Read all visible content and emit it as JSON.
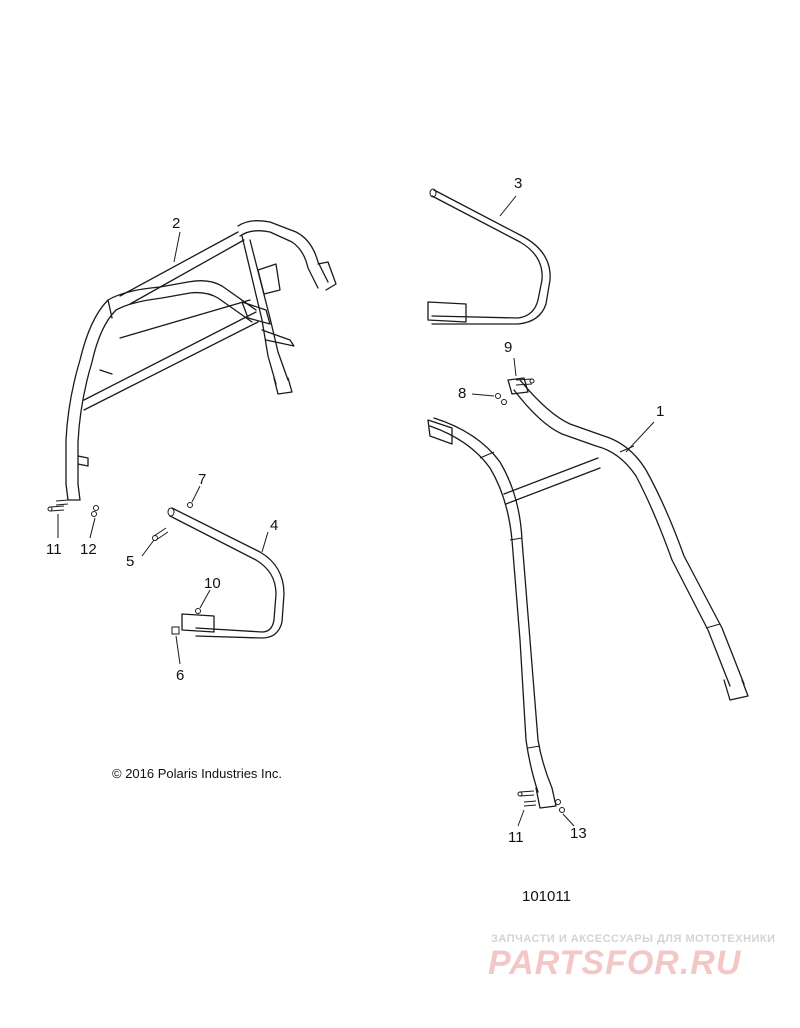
{
  "callouts": [
    {
      "id": "label-1",
      "text": "1"
    },
    {
      "id": "label-2",
      "text": "2"
    },
    {
      "id": "label-3",
      "text": "3"
    },
    {
      "id": "label-4",
      "text": "4"
    },
    {
      "id": "label-5",
      "text": "5"
    },
    {
      "id": "label-6",
      "text": "6"
    },
    {
      "id": "label-7",
      "text": "7"
    },
    {
      "id": "label-8",
      "text": "8"
    },
    {
      "id": "label-9",
      "text": "9"
    },
    {
      "id": "label-10",
      "text": "10"
    },
    {
      "id": "label-11a",
      "text": "11"
    },
    {
      "id": "label-11b",
      "text": "11"
    },
    {
      "id": "label-12",
      "text": "12"
    },
    {
      "id": "label-13",
      "text": "13"
    }
  ],
  "copyright": "© 2016 Polaris Industries Inc.",
  "diagram_number": "101011",
  "watermark": {
    "tagline": "ЗАПЧАСТИ И АКСЕССУАРЫ ДЛЯ МОТОТЕХНИКИ",
    "logo": "PARTSFOR.RU"
  }
}
